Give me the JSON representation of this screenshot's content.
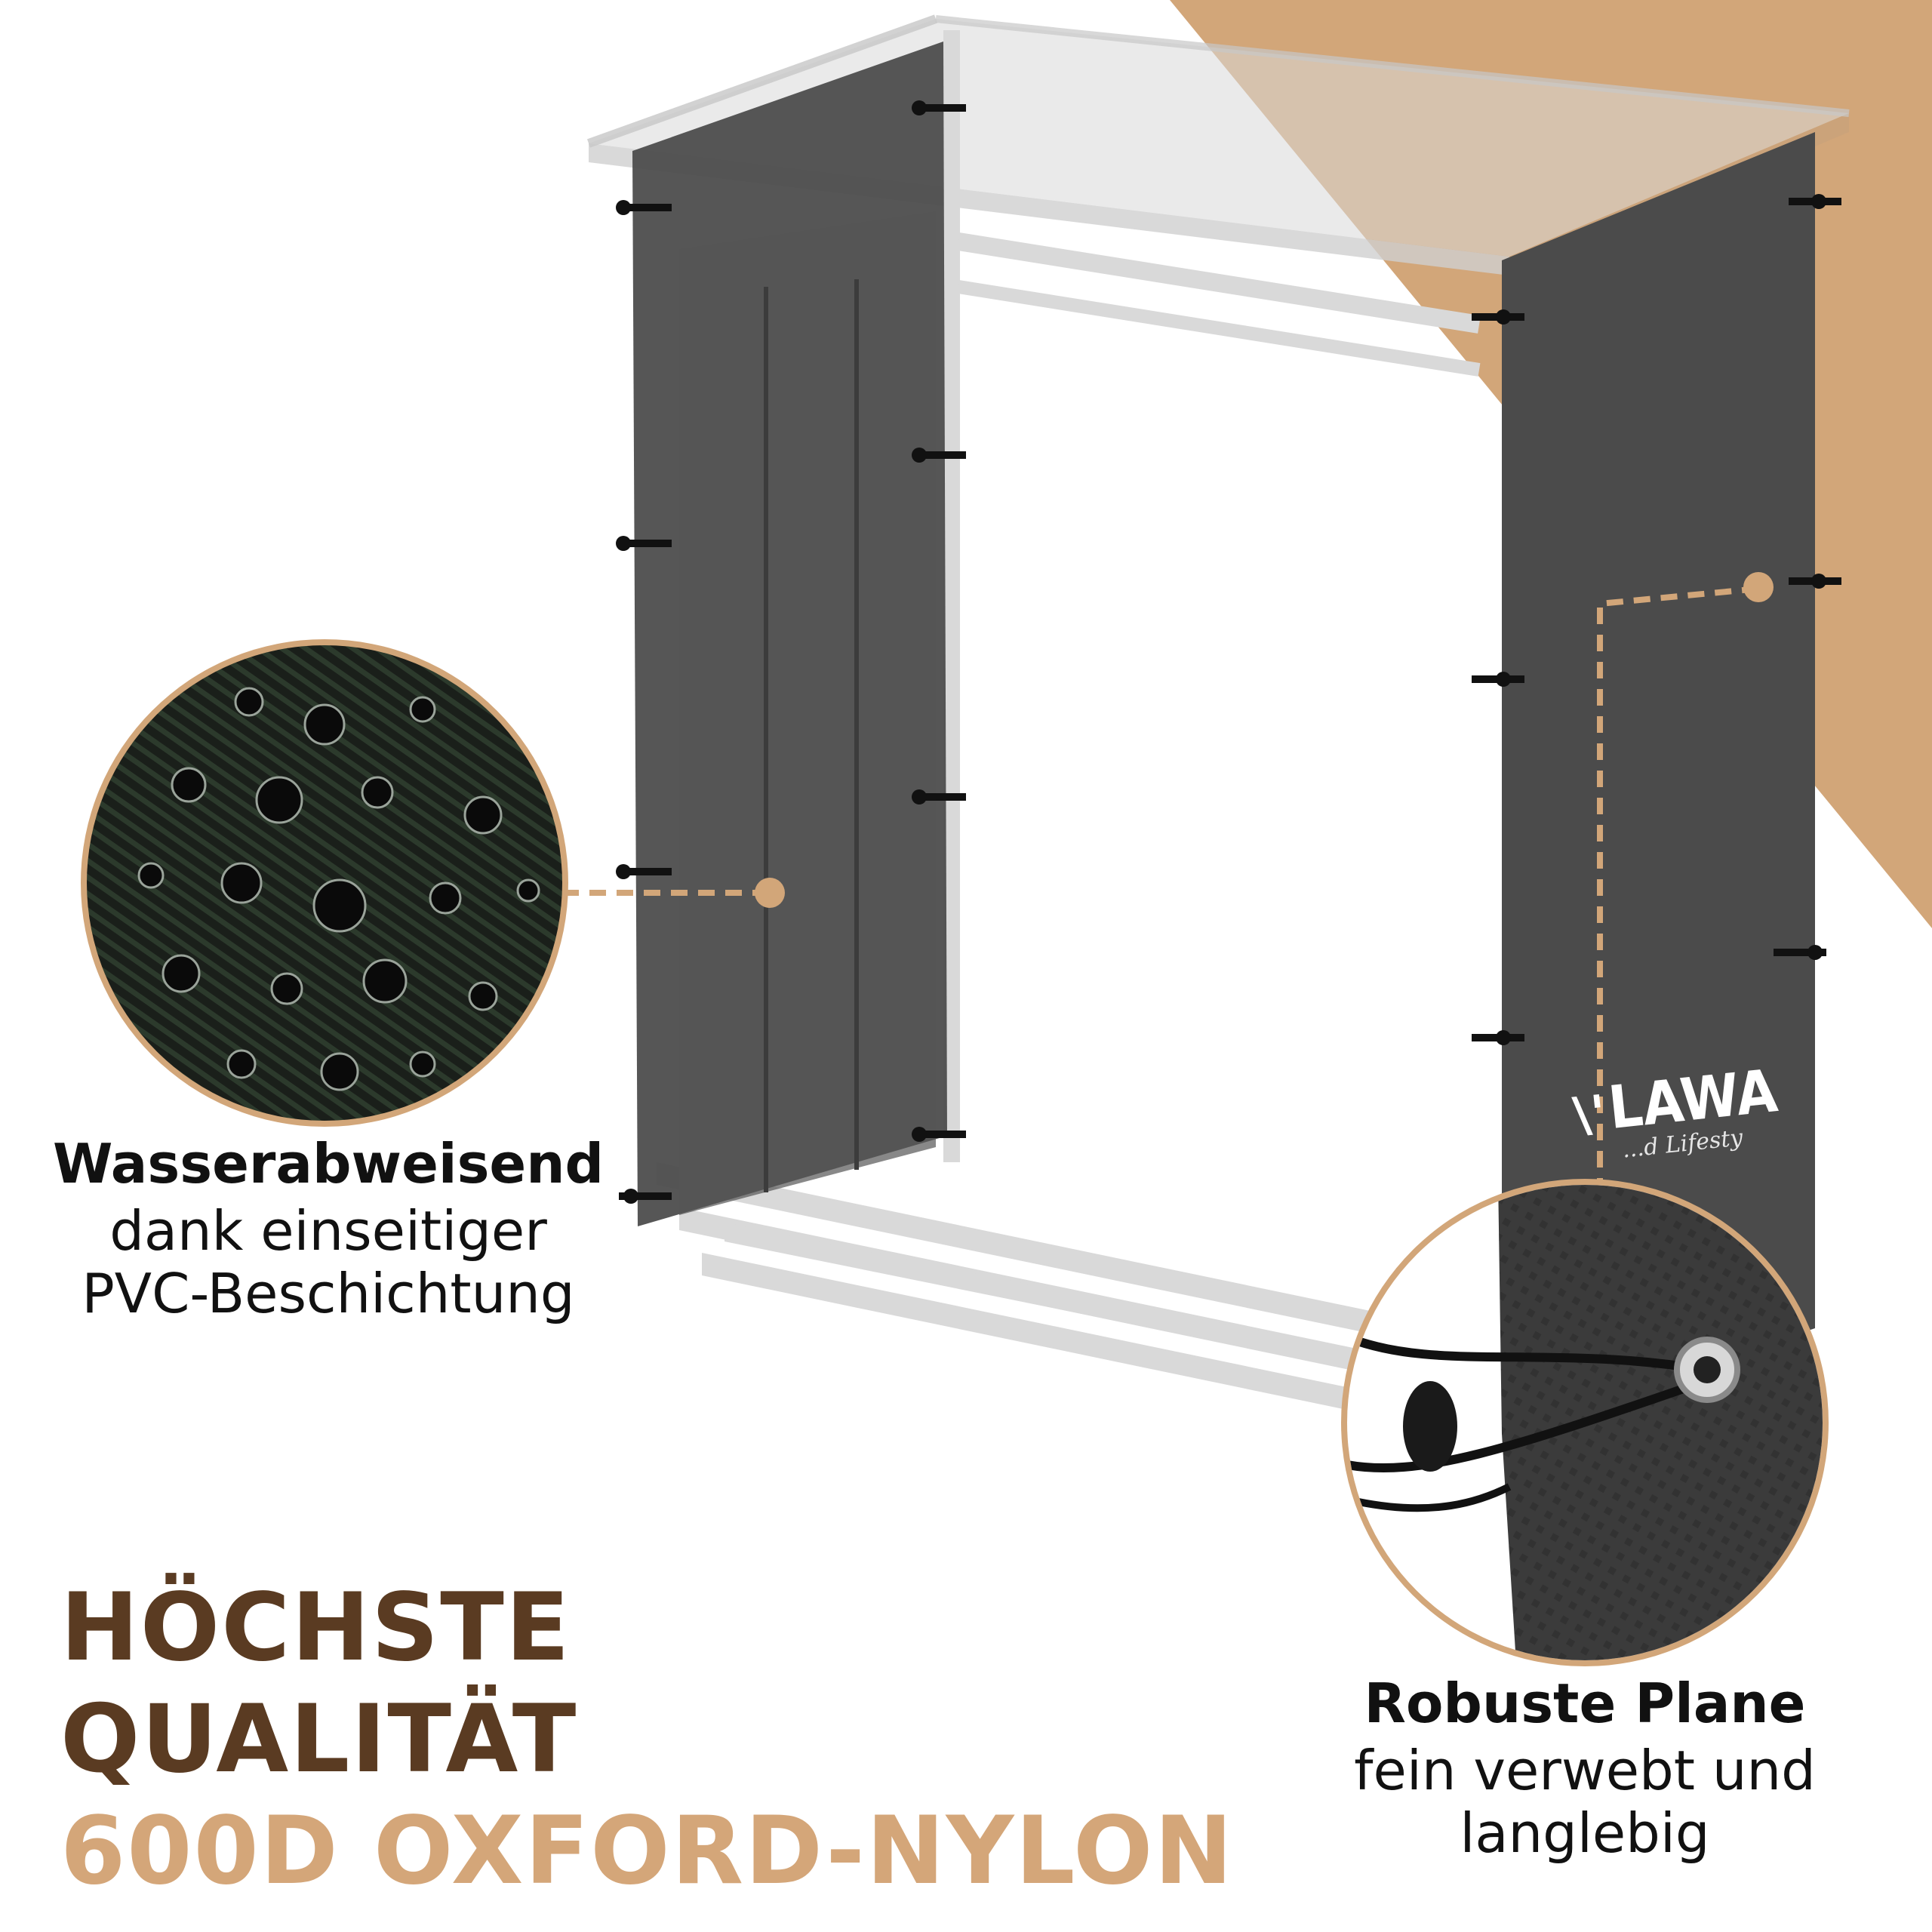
{
  "colors": {
    "accent": "#d2a679",
    "headline_dark": "#5a3b22",
    "headline_accent": "#d4a679",
    "cover_gray": "#4b4b4b",
    "frame_gray": "#d9d9d9",
    "text": "#111111"
  },
  "callout_left": {
    "title": "Wasserabweisend",
    "line1": "dank einseitiger",
    "line2": "PVC-Beschichtung",
    "image_name": "water-droplets-fabric-zoom"
  },
  "callout_right": {
    "title": "Robuste Plane",
    "line1": "fein verwebt und",
    "line2": "langlebig",
    "image_name": "eyelet-bungee-cord-zoom"
  },
  "headline": {
    "line1": "HÖCHSTE",
    "line2": "QUALITÄT",
    "line3": "600D OXFORD-NYLON"
  },
  "logo": {
    "text": "LAWA",
    "sub": "...d Lifesty"
  }
}
